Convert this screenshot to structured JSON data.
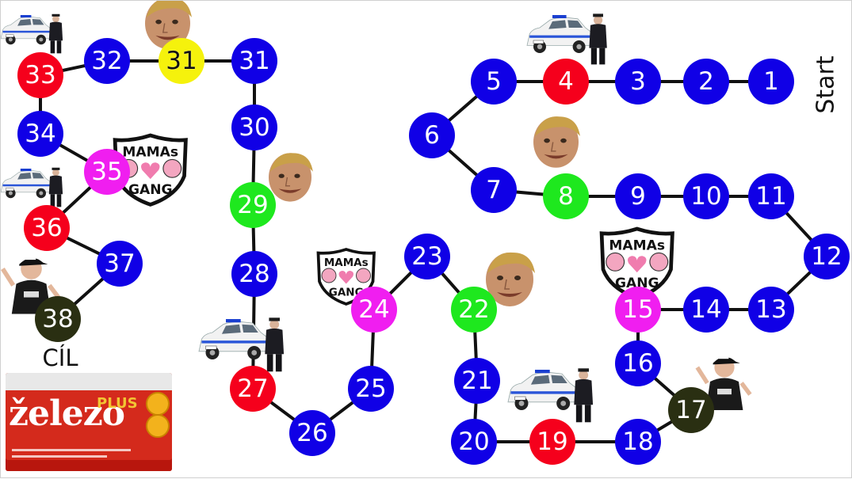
{
  "board": {
    "start_label": "Start",
    "goal_label": "CÍL",
    "product_word": "železo",
    "product_plus": "PLUS"
  },
  "colors": {
    "blue": "#1000e6",
    "red": "#f5001c",
    "green": "#1ee81e",
    "magenta": "#f01ef0",
    "yellow": "#f5f20c",
    "dark": "#2a2f12",
    "path": "#111111"
  },
  "tiles": [
    {
      "label": "1",
      "color": "blue"
    },
    {
      "label": "2",
      "color": "blue"
    },
    {
      "label": "3",
      "color": "blue"
    },
    {
      "label": "4",
      "color": "red"
    },
    {
      "label": "5",
      "color": "blue"
    },
    {
      "label": "6",
      "color": "blue"
    },
    {
      "label": "7",
      "color": "blue"
    },
    {
      "label": "8",
      "color": "green"
    },
    {
      "label": "9",
      "color": "blue"
    },
    {
      "label": "10",
      "color": "blue"
    },
    {
      "label": "11",
      "color": "blue"
    },
    {
      "label": "12",
      "color": "blue"
    },
    {
      "label": "13",
      "color": "blue"
    },
    {
      "label": "14",
      "color": "blue"
    },
    {
      "label": "15",
      "color": "magenta"
    },
    {
      "label": "16",
      "color": "blue"
    },
    {
      "label": "17",
      "color": "dark"
    },
    {
      "label": "18",
      "color": "blue"
    },
    {
      "label": "19",
      "color": "red"
    },
    {
      "label": "20",
      "color": "blue"
    },
    {
      "label": "21",
      "color": "blue"
    },
    {
      "label": "22",
      "color": "green"
    },
    {
      "label": "23",
      "color": "blue"
    },
    {
      "label": "24",
      "color": "magenta"
    },
    {
      "label": "25",
      "color": "blue"
    },
    {
      "label": "26",
      "color": "blue"
    },
    {
      "label": "27",
      "color": "red"
    },
    {
      "label": "28",
      "color": "blue"
    },
    {
      "label": "29",
      "color": "green"
    },
    {
      "label": "30",
      "color": "blue"
    },
    {
      "label": "31",
      "color": "blue"
    },
    {
      "label": "31",
      "color": "yellow"
    },
    {
      "label": "32",
      "color": "blue"
    },
    {
      "label": "33",
      "color": "red"
    },
    {
      "label": "34",
      "color": "blue"
    },
    {
      "label": "35",
      "color": "magenta"
    },
    {
      "label": "36",
      "color": "red"
    },
    {
      "label": "37",
      "color": "blue"
    },
    {
      "label": "38",
      "color": "dark"
    }
  ],
  "gang_badges": [
    {
      "top": "MAMAs",
      "bottom": "GANG"
    },
    {
      "top": "MAMAs",
      "bottom": "GANG"
    },
    {
      "top": "MAMAs",
      "bottom": "GANG"
    }
  ],
  "decorations": {
    "police_cars": [
      "police-car-icon",
      "police-car-icon",
      "police-car-icon",
      "police-car-icon",
      "police-car-icon"
    ],
    "faces": [
      "face-icon",
      "face-icon",
      "face-icon",
      "face-icon"
    ],
    "boys": [
      "boy-cap-icon",
      "boy-cap-icon"
    ]
  }
}
